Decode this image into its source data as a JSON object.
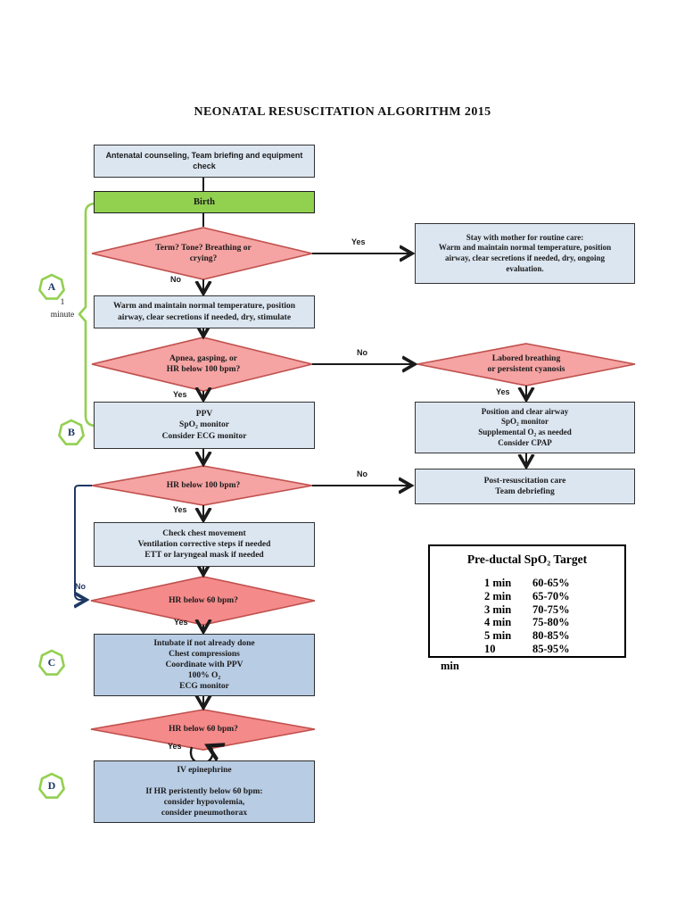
{
  "page": {
    "title": "NEONATAL RESUSCITATION ALGORITHM 2015"
  },
  "labels": {
    "yes": "Yes",
    "no": "No",
    "one_minute": "1\nminute",
    "min_overflow": "min"
  },
  "markers": {
    "a": "A",
    "b": "B",
    "c": "C",
    "d": "D"
  },
  "nodes": {
    "antenatal": {
      "text": "Antenatal counseling, Team briefing and equipment\ncheck"
    },
    "birth": {
      "text": "Birth"
    },
    "term_tone": {
      "text": "Term? Tone?  Breathing or\ncrying?"
    },
    "stay_mother": {
      "text": "Stay with mother for routine care:\nWarm and maintain normal temperature, position\nairway, clear secretions if needed, dry, ongoing\nevaluation."
    },
    "warm_stimulate": {
      "text": "Warm and maintain normal temperature, position\nairway, clear secretions if needed, dry, stimulate"
    },
    "apnea": {
      "text": "Apnea, gasping, or\nHR below 100 bpm?"
    },
    "labored": {
      "text": "Labored breathing\nor persistent cyanosis"
    },
    "ppv": {
      "text": "PPV\nSpO₂ monitor\nConsider ECG monitor"
    },
    "position_airway": {
      "text": "Position and clear airway\nSpO₂ monitor\nSupplemental O₂ as needed\nConsider CPAP"
    },
    "hr_below_100": {
      "text": "HR below 100 bpm?"
    },
    "post_resuscitation": {
      "text": "Post-resuscitation care\nTeam debriefing"
    },
    "check_chest": {
      "text": "Check chest movement\nVentilation corrective steps if needed\nETT or laryngeal mask if needed"
    },
    "hr_below_60_first": {
      "text": "HR below 60 bpm?"
    },
    "intubate": {
      "text": "Intubate if not already done\nChest compressions\nCoordinate with PPV\n100% O₂\nECG monitor"
    },
    "hr_below_60_second": {
      "text": "HR below 60 bpm?"
    },
    "epinephrine": {
      "text": "IV epinephrine\n\nIf  HR peristently below 60 bpm:\nconsider hypovolemia,\nconsider pneumothorax"
    }
  },
  "spo2_table": {
    "title": "Pre-ductal SpO₂ Target",
    "rows": [
      [
        "1 min",
        "60-65%"
      ],
      [
        "2 min",
        "65-70%"
      ],
      [
        "3 min",
        "70-75%"
      ],
      [
        "4 min",
        "75-80%"
      ],
      [
        "5 min",
        "80-85%"
      ],
      [
        "10",
        "85-95%"
      ]
    ]
  },
  "colors": {
    "box_light_blue": "#dce6f1",
    "box_medium_blue": "#b8cce4",
    "box_green": "#92d050",
    "diamond_pink": "#f5a3a3",
    "diamond_deep_pink": "#f48a8a",
    "diamond_border": "#c0504d",
    "marker_green": "#92d050",
    "letter_navy": "#1f3864",
    "arrow_black": "#1a1a1a",
    "feedback_navy": "#1f3864"
  }
}
